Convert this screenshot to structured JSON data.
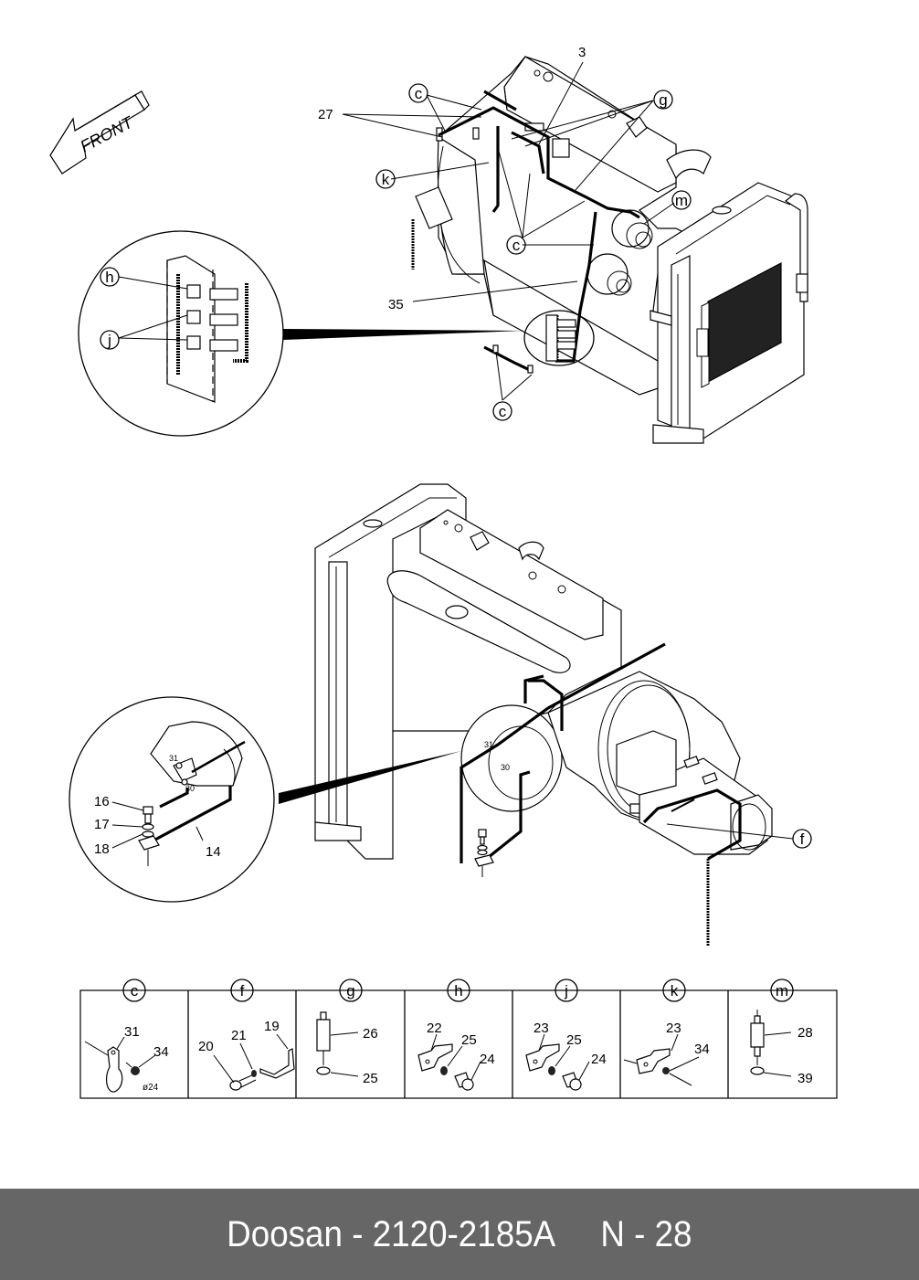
{
  "diagram": {
    "front_indicator": "FRONT",
    "upper_view": {
      "callouts": [
        {
          "id": "c",
          "label": "c"
        },
        {
          "id": "g",
          "label": "g"
        },
        {
          "id": "k",
          "label": "k"
        },
        {
          "id": "m",
          "label": "m"
        },
        {
          "id": "c2",
          "label": "c"
        },
        {
          "id": "c3",
          "label": "c"
        }
      ],
      "part_numbers": [
        "3",
        "27",
        "35"
      ],
      "detail_callouts": [
        "h",
        "j"
      ]
    },
    "lower_view": {
      "callouts": [
        {
          "id": "f",
          "label": "f"
        }
      ],
      "detail_part_numbers": [
        "16",
        "17",
        "18",
        "14"
      ],
      "terminal_labels": [
        "31",
        "30"
      ]
    },
    "parts_table": {
      "columns": [
        {
          "key": "c",
          "parts": [
            "31",
            "34"
          ],
          "note": "ø24"
        },
        {
          "key": "f",
          "parts": [
            "20",
            "21",
            "19"
          ],
          "note": ""
        },
        {
          "key": "g",
          "parts": [
            "26",
            "25"
          ],
          "note": ""
        },
        {
          "key": "h",
          "parts": [
            "22",
            "25",
            "24"
          ],
          "note": ""
        },
        {
          "key": "j",
          "parts": [
            "23",
            "25",
            "24"
          ],
          "note": ""
        },
        {
          "key": "k",
          "parts": [
            "23",
            "34"
          ],
          "note": ""
        },
        {
          "key": "m",
          "parts": [
            "28",
            "39"
          ],
          "note": ""
        }
      ]
    }
  },
  "footer": {
    "text": "Doosan - 2120-2185A     N - 28",
    "background": "#666666",
    "color": "#ffffff"
  }
}
